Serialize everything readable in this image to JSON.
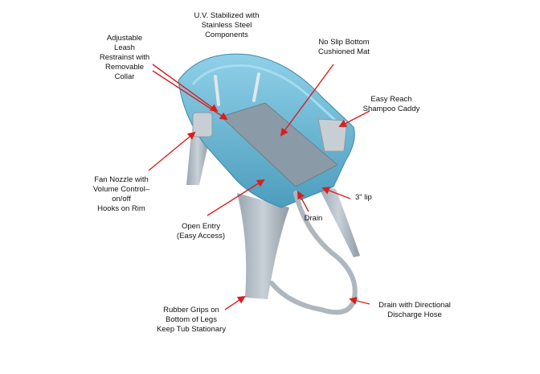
{
  "callouts": [
    {
      "id": "uv",
      "text": "U.V. Stabilized with\nStainless Steel\nComponents"
    },
    {
      "id": "leash",
      "text": "Adjustable\nLeash\nRestrainst with\nRemovable\nCollar"
    },
    {
      "id": "mat",
      "text": "No Slip Bottom\nCushioned Mat"
    },
    {
      "id": "caddy",
      "text": "Easy Reach\nShampoo Caddy"
    },
    {
      "id": "fan",
      "text": "Fan Nozzle with\nVolume Control–\non/off\nHooks on Rim"
    },
    {
      "id": "lip",
      "text": "3\" lip"
    },
    {
      "id": "drain",
      "text": "Drain"
    },
    {
      "id": "entry",
      "text": "Open Entry\n(Easy Access)"
    },
    {
      "id": "grips",
      "text": "Rubber Grips on\nBottom of Legs\nKeep Tub Stationary"
    },
    {
      "id": "hose",
      "text": "Drain with Directional\nDischarge Hose"
    }
  ],
  "colors": {
    "tub": "#6fb8d4",
    "tub_dark": "#4f9fbf",
    "mat": "#8a9aa6",
    "legs": "#b7c0c8",
    "arrow": "#d91e1e"
  }
}
